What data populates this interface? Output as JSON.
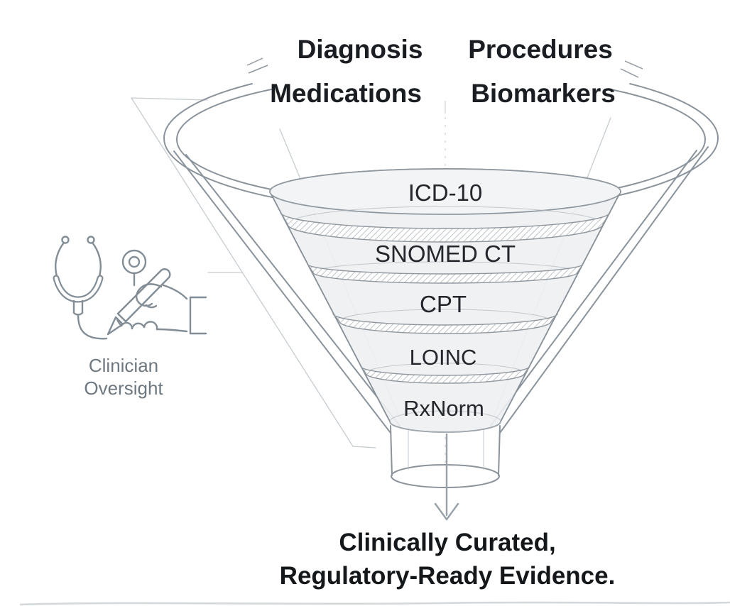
{
  "diagram": {
    "title_hint": "Clinical data normalization funnel",
    "inputs": [
      "Diagnosis",
      "Procedures",
      "Medications",
      "Biomarkers"
    ],
    "funnel_layers": [
      "ICD-10",
      "SNOMED CT",
      "CPT",
      "LOINC",
      "RxNorm"
    ],
    "oversight": {
      "line1": "Clinician",
      "line2": "Oversight"
    },
    "output": {
      "line1": "Clinically Curated,",
      "line2": "Regulatory-Ready Evidence."
    },
    "colors": {
      "text_dark": "#1a1d21",
      "stroke_gray": "#8a939b",
      "construction_gray": "#c6ccd0",
      "icon_gray": "#838d96",
      "label_gray": "#6e7880",
      "band_fill": "#edf0f2"
    }
  }
}
